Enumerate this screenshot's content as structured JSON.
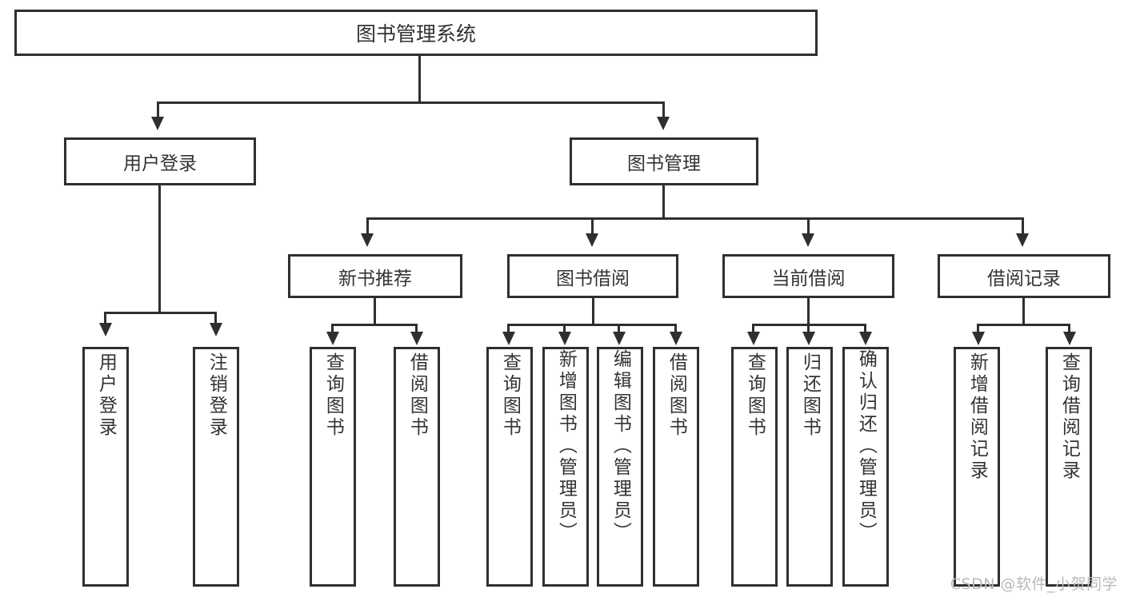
{
  "diagram": {
    "title": "图书管理系统",
    "type": "tree",
    "root": {
      "label": "图书管理系统"
    },
    "level2": [
      {
        "label": "用户登录"
      },
      {
        "label": "图书管理"
      }
    ],
    "level3": [
      {
        "label": "新书推荐"
      },
      {
        "label": "图书借阅"
      },
      {
        "label": "当前借阅"
      },
      {
        "label": "借阅记录"
      }
    ],
    "leaves": {
      "user_login": [
        {
          "label": "用户登录"
        },
        {
          "label": "注销登录"
        }
      ],
      "new_book_recommend": [
        {
          "label": "查询图书"
        },
        {
          "label": "借阅图书"
        }
      ],
      "book_borrow": [
        {
          "label": "查询图书"
        },
        {
          "label": "新增图书（管理员）"
        },
        {
          "label": "编辑图书（管理员）"
        },
        {
          "label": "借阅图书"
        }
      ],
      "current_borrow": [
        {
          "label": "查询图书"
        },
        {
          "label": "归还图书"
        },
        {
          "label": "确认归还（管理员）"
        }
      ],
      "borrow_record": [
        {
          "label": "新增借阅记录"
        },
        {
          "label": "查询借阅记录"
        }
      ]
    }
  },
  "watermark": {
    "text": "CSDN @软件_小贺同学"
  },
  "colors": {
    "stroke": "#2f2f2f",
    "text": "#333333",
    "background": "#ffffff",
    "watermark": "#b9b9b9"
  }
}
